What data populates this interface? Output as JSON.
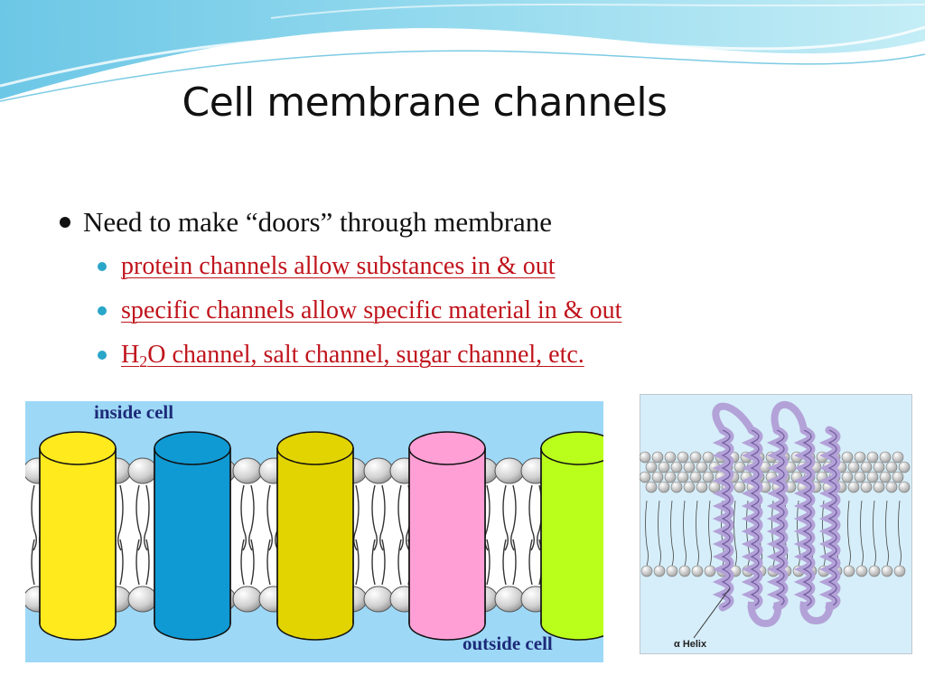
{
  "slide": {
    "title": "Cell membrane channels",
    "bullet": "Need to make “doors” through membrane",
    "subbullets": [
      "protein channels allow substances in & out",
      "specific channels allow specific material in & out"
    ],
    "sub3": {
      "pre": "H",
      "sub": "2",
      "post": "O channel, salt channel, sugar channel, etc."
    }
  },
  "diagram": {
    "inside_label": "inside cell",
    "outside_label": "outside cell",
    "channel_colors": [
      "#ffea1e",
      "#0f9ad4",
      "#e2d400",
      "#ff9fd6",
      "#baff1c"
    ],
    "background_color": "#9dd8f7"
  },
  "illustration": {
    "caption": "α Helix"
  },
  "colors": {
    "accent_red": "#c0141c",
    "bullet_blue": "#2aa6c9"
  }
}
